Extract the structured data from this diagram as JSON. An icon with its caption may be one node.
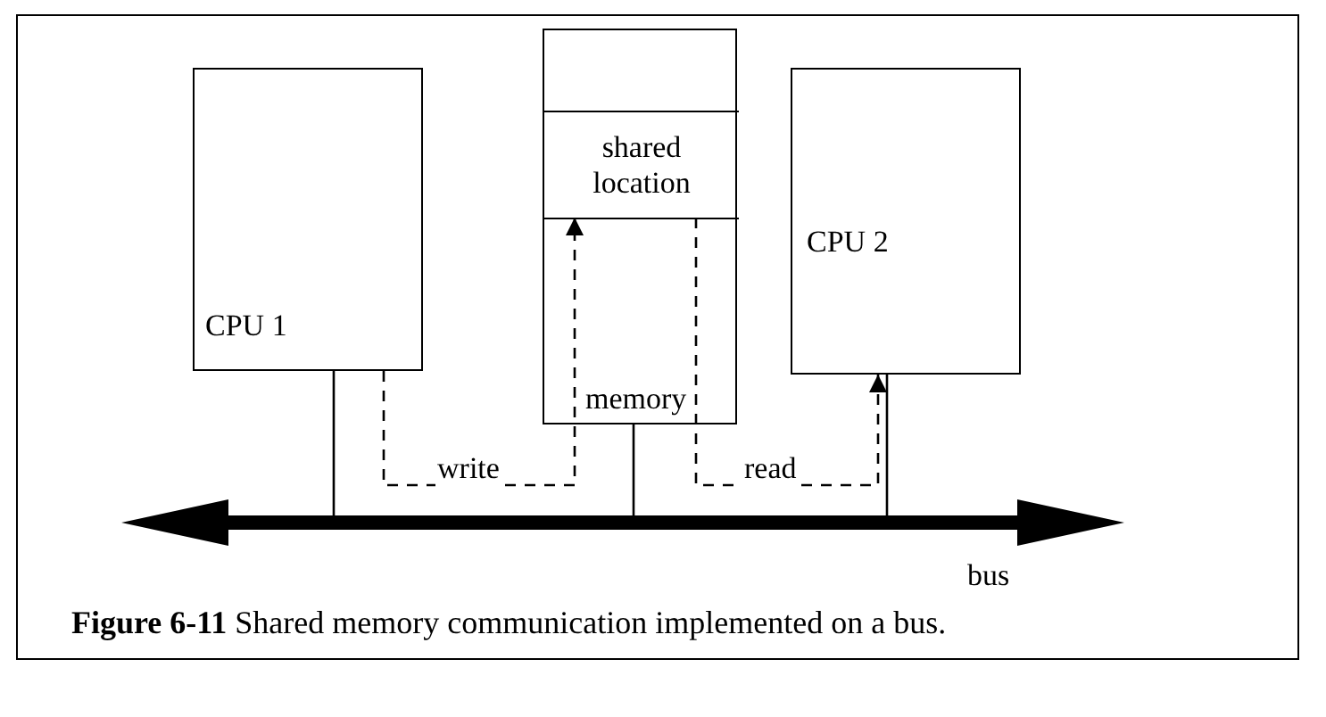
{
  "diagram": {
    "caption": "**Figure 6-11** Shared memory communication implemented on a bus.",
    "nodes": [
      {
        "text": [
          "CPU 1"
        ]
      },
      {
        "text": [
          "memory"
        ]
      },
      {
        "text": [],
        "shape": "box",
        "in": 1
      },
      {
        "text": [
          "shared location"
        ],
        "in": 1
      },
      {
        "text": [
          "CPU 2"
        ]
      },
      {
        "text": [],
        "shape": "bar",
        "beside": [
          "bus"
        ]
      }
    ],
    "edges": [
      {
        "from": 0,
        "to": 5,
        "arrow": "none"
      },
      {
        "from": 1,
        "to": 5,
        "arrow": "none"
      },
      {
        "from": 4,
        "to": 5,
        "arrow": "none"
      },
      {
        "from": 0,
        "to": 3,
        "arrow": "to",
        "label": "write",
        "style": "dashed"
      },
      {
        "from": 3,
        "to": 4,
        "arrow": "to",
        "label": "read",
        "style": "dashed"
      }
    ]
  }
}
